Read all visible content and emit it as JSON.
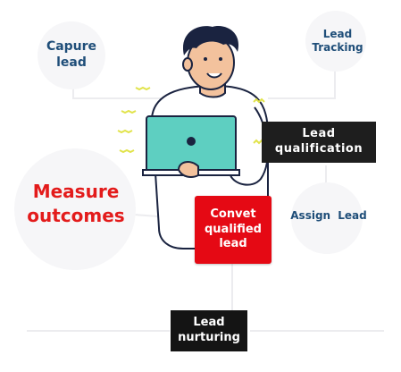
{
  "nodes": {
    "capure_lead": "Capure\nlead",
    "lead_tracking": "Lead\nTracking",
    "assign_lead": "Assign Lead",
    "measure_outcomes": "Measure\noutcomes",
    "lead_qualification": "Lead\nqualification",
    "convert_lead": "Convet\nqualified\nlead",
    "lead_nurturing": "Lead\nnurturing"
  },
  "colors": {
    "dark_blue": "#1f4e79",
    "red": "#e31b1b",
    "red_box": "#e50914",
    "black_box": "#1e1e1e",
    "laptop": "#5ecfc1",
    "skin": "#f3c29d",
    "hair": "#1a2340",
    "accent_yellow": "#e1e34a"
  },
  "icons": [
    "person-with-laptop-illustration"
  ]
}
